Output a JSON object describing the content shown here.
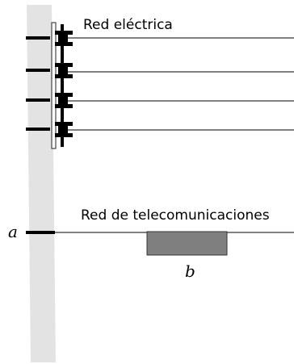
{
  "diagram": {
    "power_network_label": "Red eléctrica",
    "telecom_network_label": "Red de telecomunicaciones",
    "label_a": "a",
    "label_b": "b"
  },
  "colors": {
    "pole": "#e3e3e3",
    "crossarm": "#000000",
    "wire": "#000000",
    "box_fill": "#7f7f7f",
    "box_stroke": "#333333"
  }
}
